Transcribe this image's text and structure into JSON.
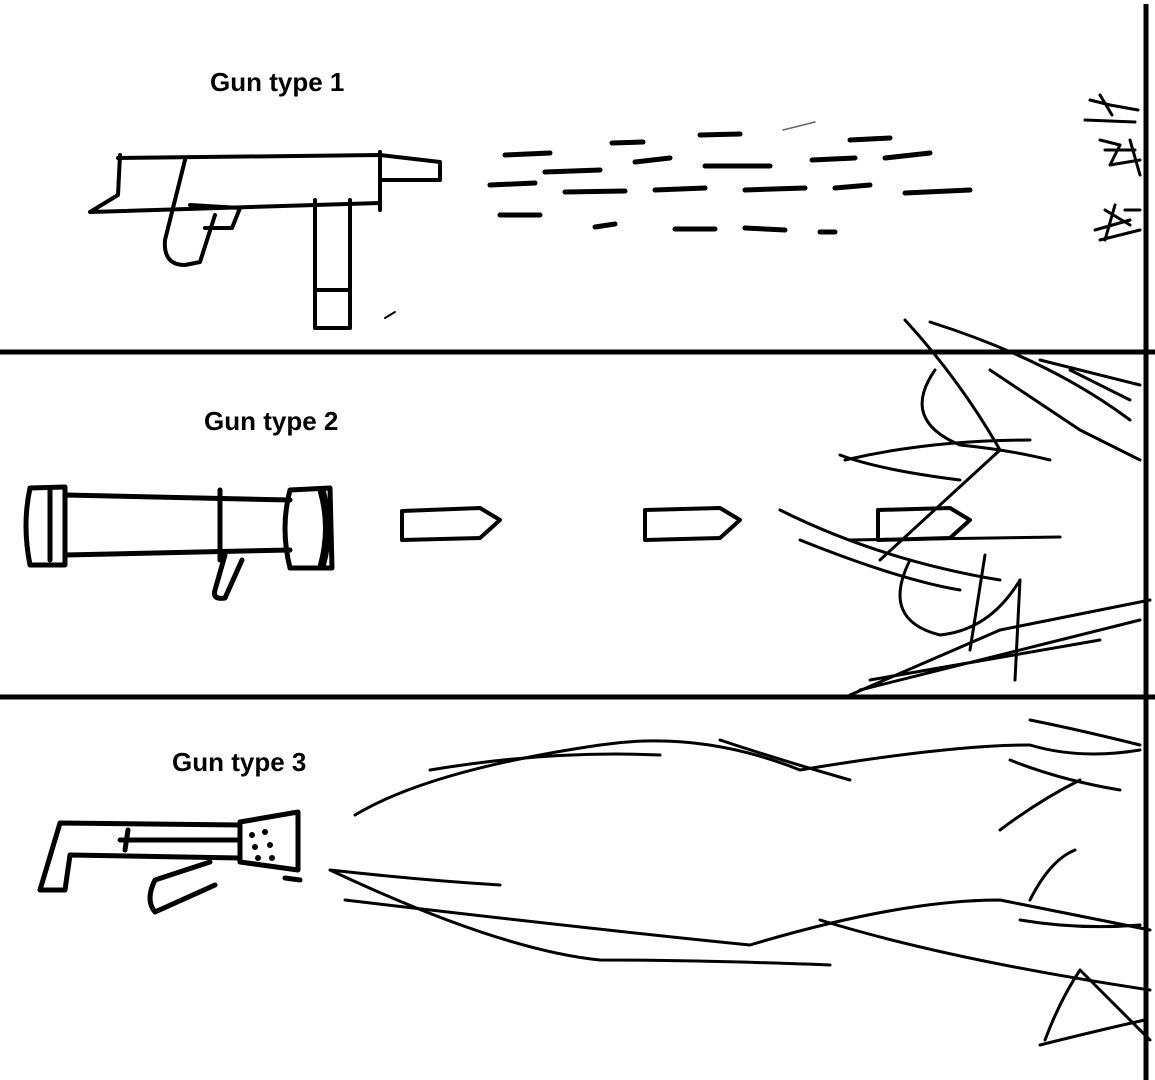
{
  "panels": [
    {
      "label": "Gun type 1",
      "weapon": "submachine-gun",
      "projectile": "rapid-fire streaks",
      "effect": "small impact sparks"
    },
    {
      "label": "Gun type 2",
      "weapon": "rocket-launcher",
      "projectile": "rockets",
      "effect": "explosion burst"
    },
    {
      "label": "Gun type 3",
      "weapon": "flamethrower",
      "projectile": "flame stream",
      "effect": "fire spread"
    }
  ],
  "colors": {
    "ink": "#000000",
    "paper": "#ffffff"
  }
}
